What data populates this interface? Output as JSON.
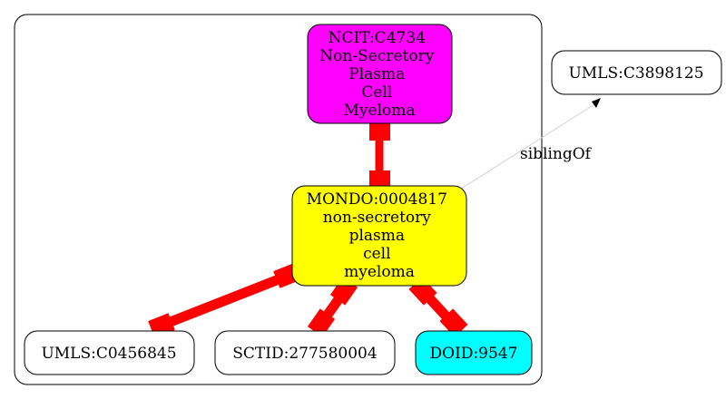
{
  "diagram": {
    "nodes": {
      "ncit": {
        "lines": [
          "NCIT:C4734",
          "Non-Secretory",
          "Plasma",
          "Cell",
          "Myeloma"
        ],
        "fill": "#ff00ff"
      },
      "mondo": {
        "lines": [
          "MONDO:0004817",
          "non-secretory",
          "plasma",
          "cell",
          "myeloma"
        ],
        "fill": "#ffff00"
      },
      "umls_c3898125": {
        "lines": [
          "UMLS:C3898125"
        ],
        "fill": "#ffffff"
      },
      "umls_c0456845": {
        "lines": [
          "UMLS:C0456845"
        ],
        "fill": "#ffffff"
      },
      "sctid": {
        "lines": [
          "SCTID:277580004"
        ],
        "fill": "#ffffff"
      },
      "doid": {
        "lines": [
          "DOID:9547"
        ],
        "fill": "#00ffff"
      }
    },
    "edges": {
      "sibling_label": "siblingOf"
    },
    "colors": {
      "strong_edge": "#ff0000",
      "weak_edge": "#d3d3d3",
      "border": "#000000"
    }
  }
}
